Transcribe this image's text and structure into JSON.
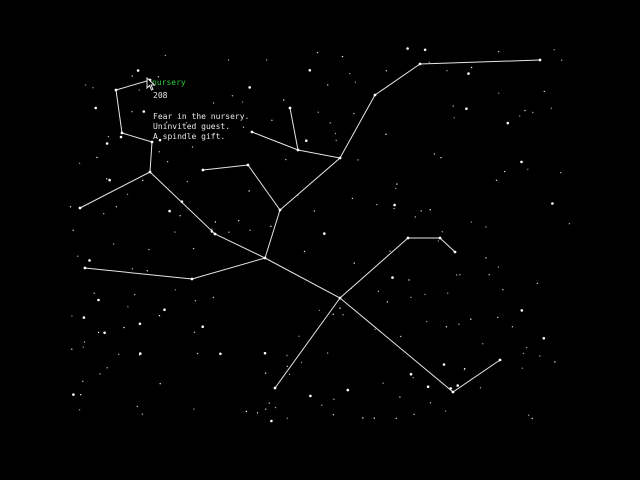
{
  "tooltip": {
    "title": "nursery",
    "number": "208",
    "poem": [
      "Fear in the nursery.",
      "Uninvited guest.",
      "A spindle gift."
    ]
  },
  "colors": {
    "background": "#000000",
    "line": "#e6e6e6",
    "star": "#ffffff",
    "title": "#2ecc40"
  }
}
